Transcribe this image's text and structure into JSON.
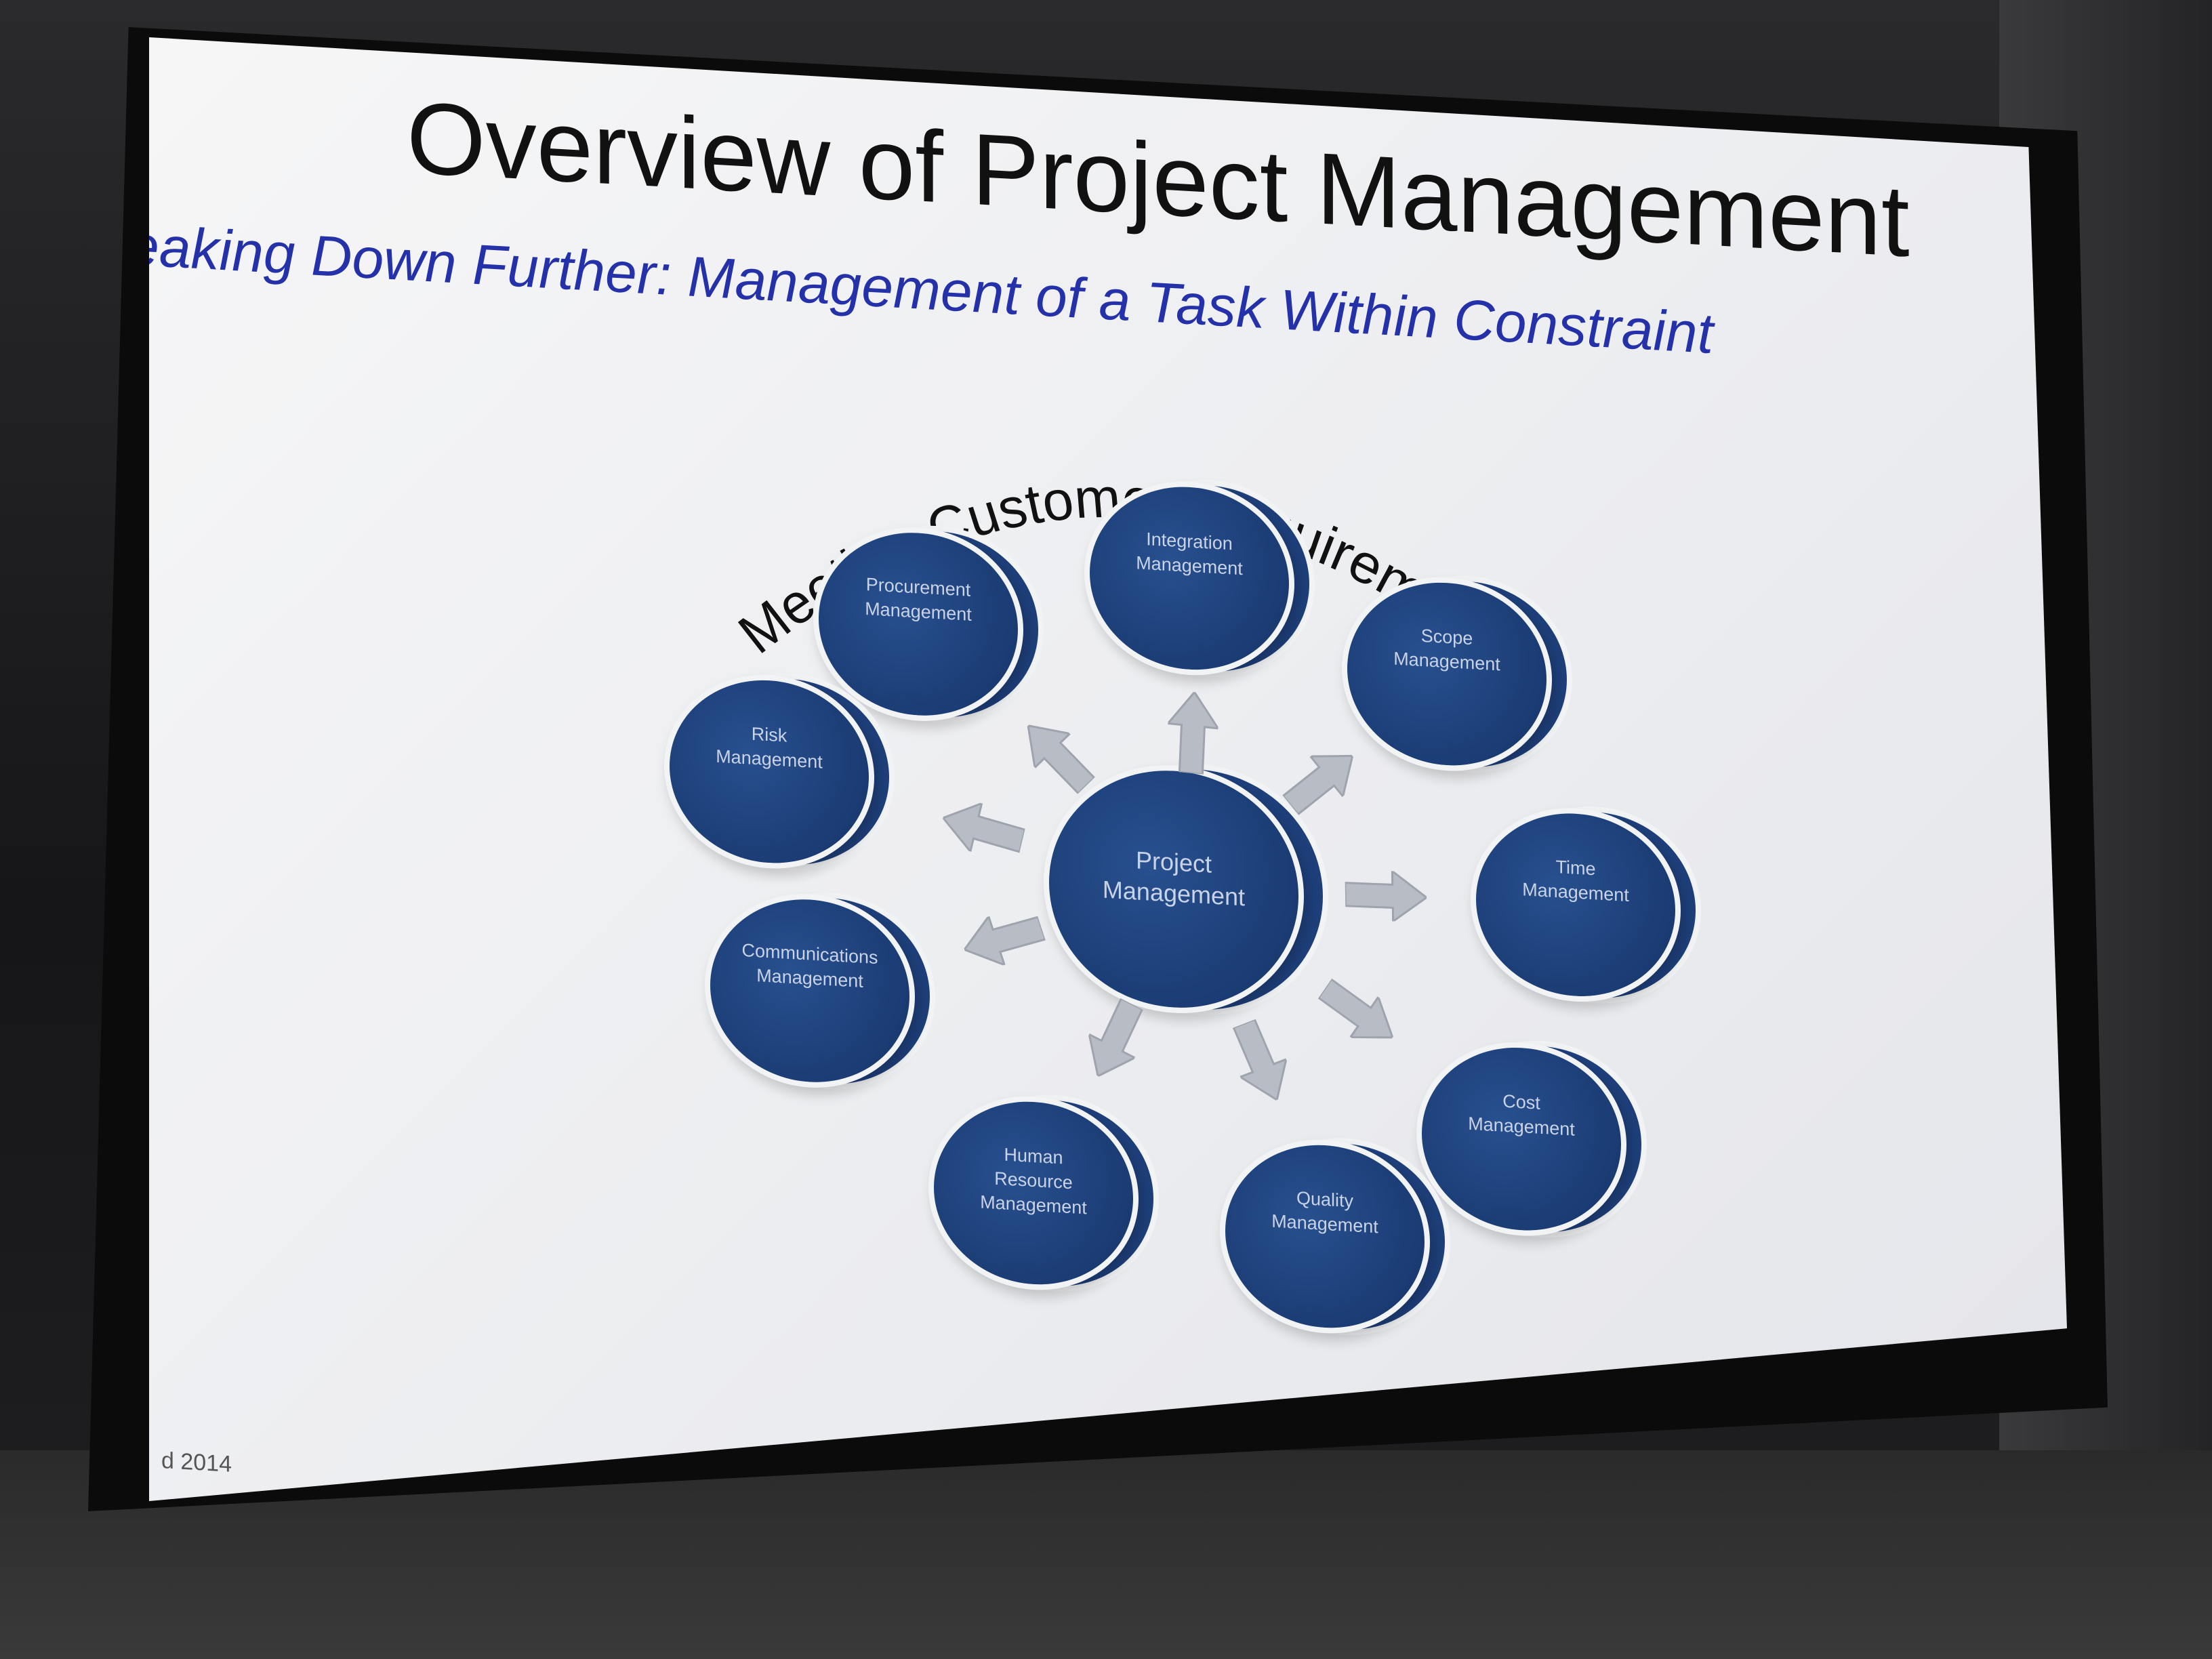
{
  "slide": {
    "title": "Overview of Project Management",
    "subtitle": "reaking Down Further:  Management of a Task Within Constraint",
    "arc_text": "Meeting Customer Requirements",
    "footer": "d 2014"
  },
  "diagram": {
    "center": {
      "label": "Project\nManagement"
    },
    "nodes": [
      {
        "id": "procurement",
        "label": "Procurement\nManagement"
      },
      {
        "id": "integration",
        "label": "Integration\nManagement"
      },
      {
        "id": "scope",
        "label": "Scope\nManagement"
      },
      {
        "id": "risk",
        "label": "Risk\nManagement"
      },
      {
        "id": "time",
        "label": "Time\nManagement"
      },
      {
        "id": "communications",
        "label": "Communications\nManagement"
      },
      {
        "id": "cost",
        "label": "Cost\nManagement"
      },
      {
        "id": "human-resource",
        "label": "Human\nResource\nManagement"
      },
      {
        "id": "quality",
        "label": "Quality\nManagement"
      }
    ]
  },
  "colors": {
    "title": "#111111",
    "subtitle": "#2431a8",
    "node_fill": "#1e3f7a",
    "node_text": "#c9d3e6",
    "arrow": "#b8bcc4",
    "screen": "#f1f1f3"
  }
}
